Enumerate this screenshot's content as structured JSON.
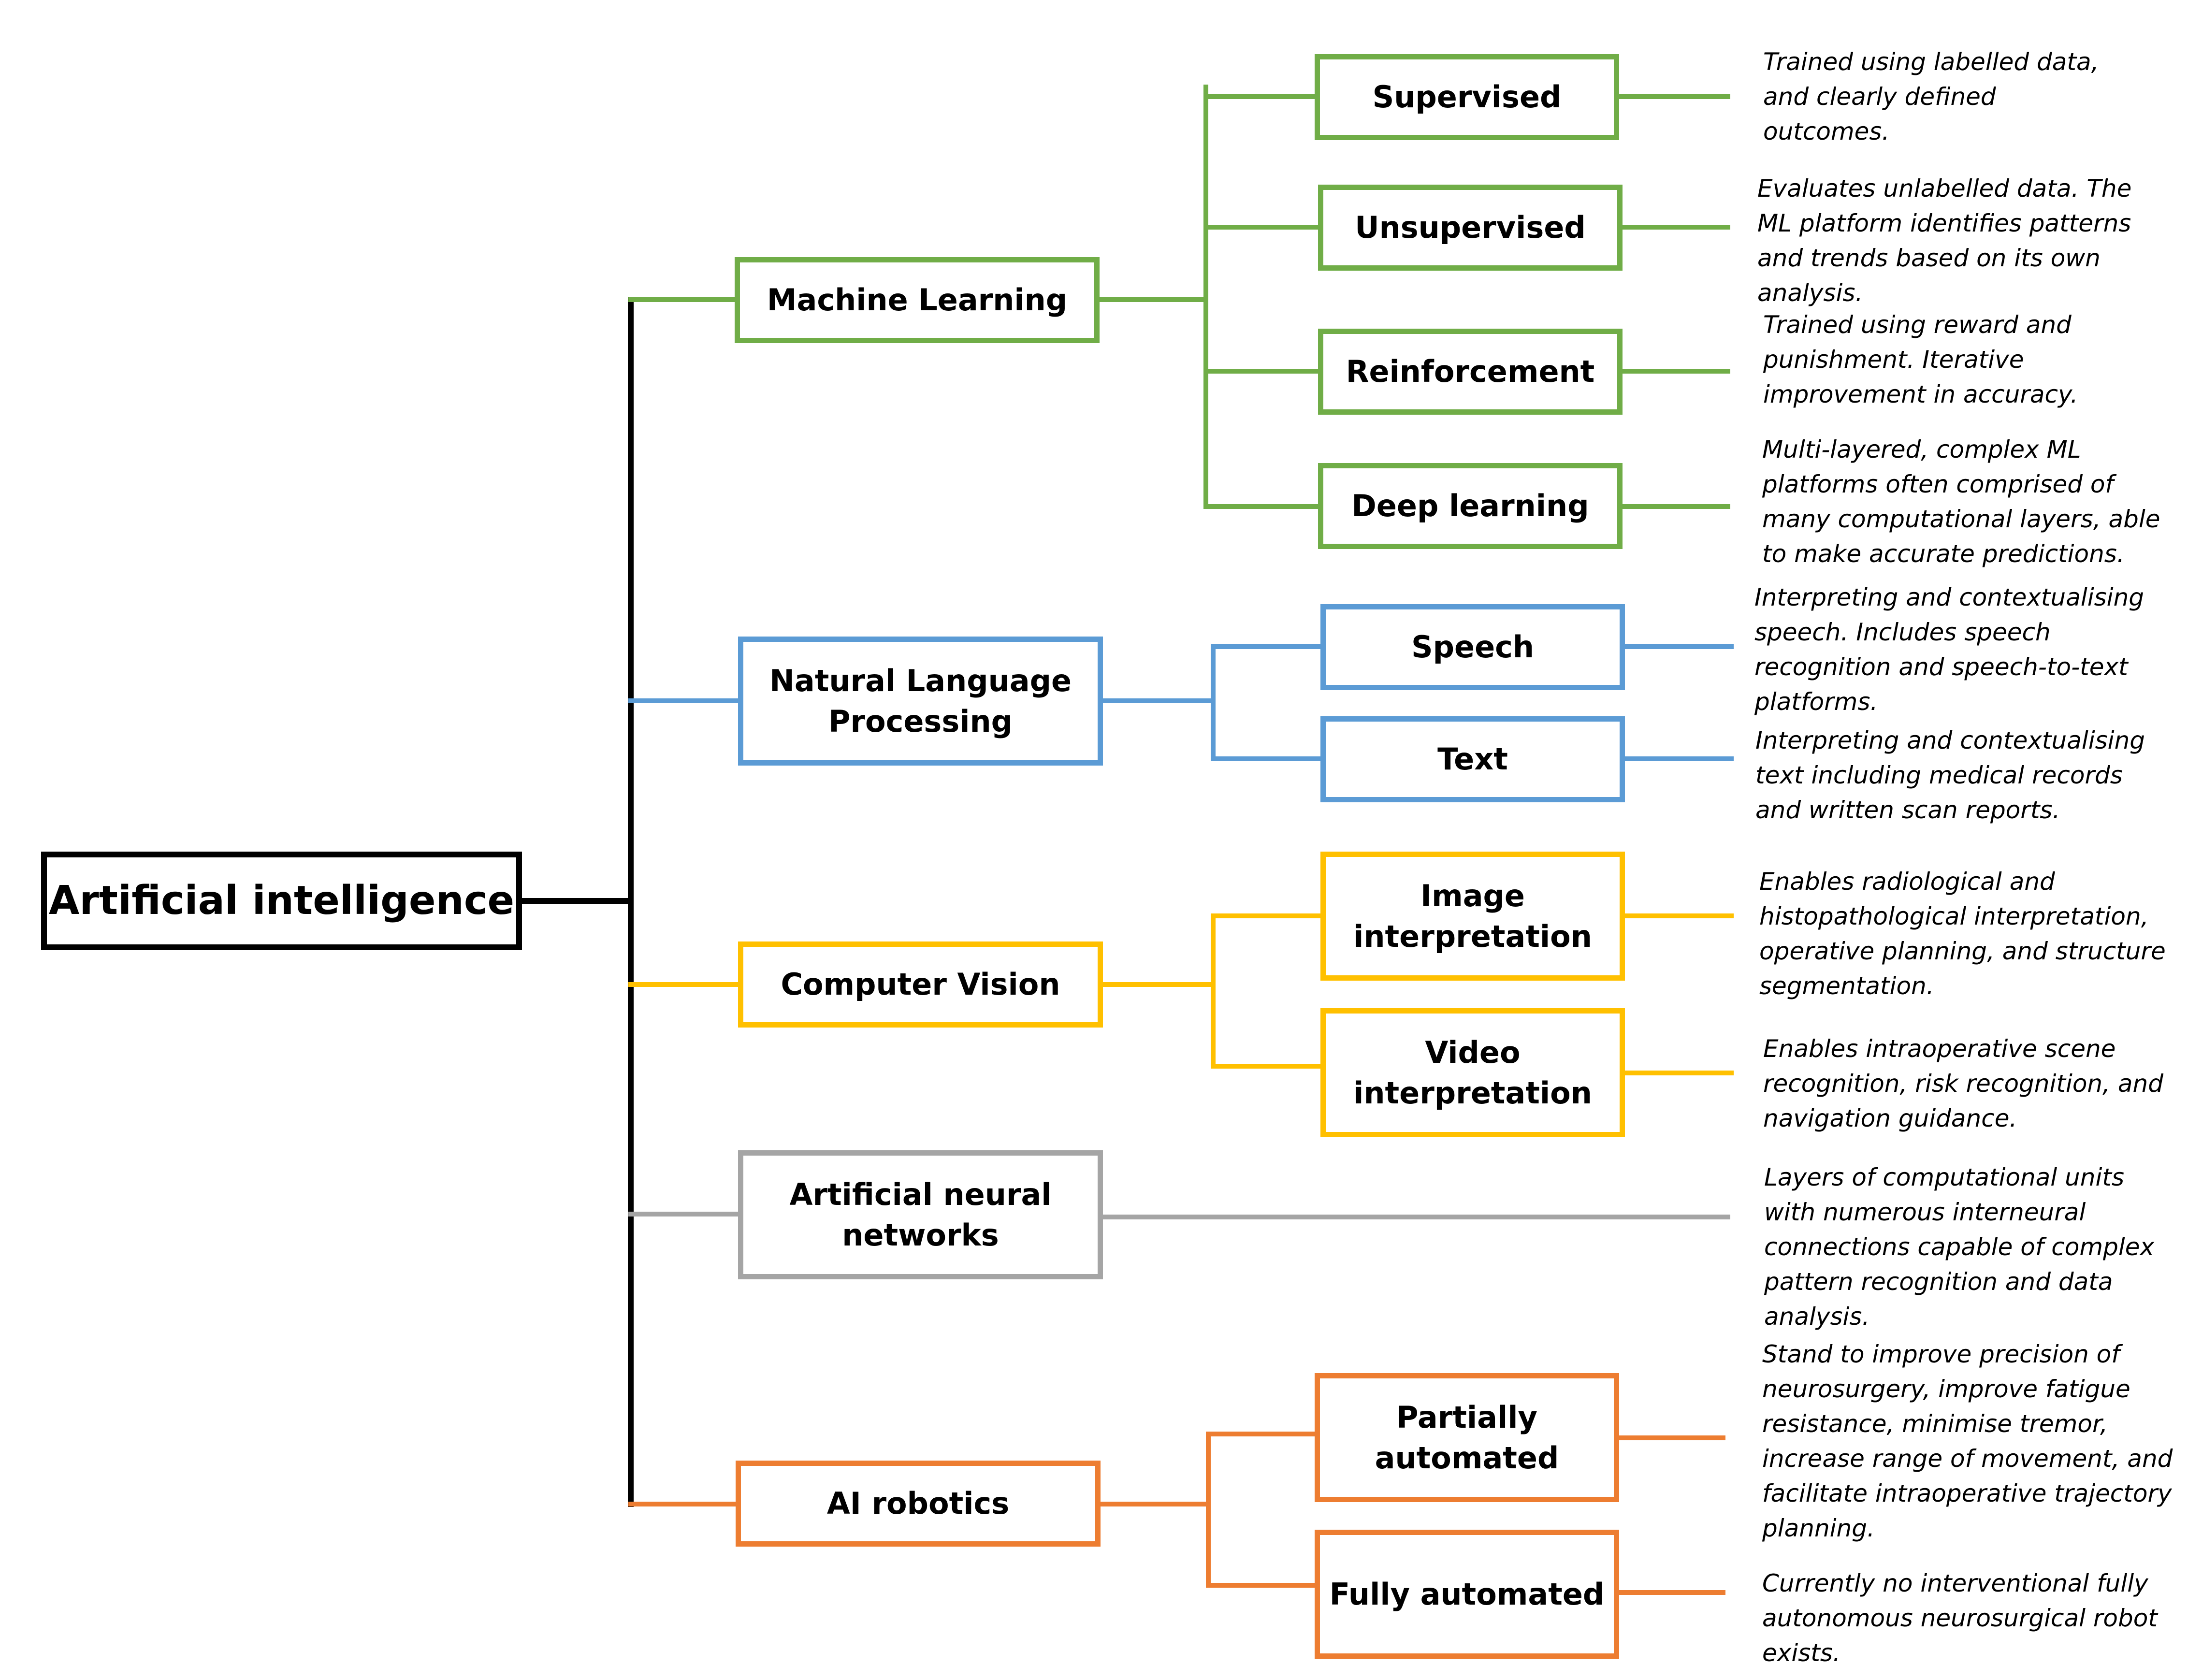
{
  "colors": {
    "root": "#000000",
    "ml": "#70AD47",
    "nlp": "#5B9BD5",
    "cv": "#FFC000",
    "ann": "#A5A5A5",
    "robotics": "#ED7D31"
  },
  "root": {
    "label": "Artificial intelligence"
  },
  "branches": {
    "ml": {
      "label": "Machine Learning",
      "children": [
        {
          "label": "Supervised",
          "description": "Trained using labelled data, and clearly defined outcomes."
        },
        {
          "label": "Unsupervised",
          "description": "Evaluates unlabelled data. The ML platform identifies patterns and trends based on its own analysis."
        },
        {
          "label": "Reinforcement",
          "description": "Trained using reward and punishment. Iterative improvement in accuracy."
        },
        {
          "label": "Deep learning",
          "description": "Multi-layered, complex ML platforms often comprised of many computational layers, able to make accurate predictions."
        }
      ]
    },
    "nlp": {
      "label": "Natural Language Processing",
      "children": [
        {
          "label": "Speech",
          "description": "Interpreting and contextualising speech. Includes speech recognition and speech-to-text platforms."
        },
        {
          "label": "Text",
          "description": "Interpreting and contextualising text including medical records and written scan reports."
        }
      ]
    },
    "cv": {
      "label": "Computer Vision",
      "children": [
        {
          "label": "Image interpretation",
          "description": "Enables radiological and histopathological interpretation, operative planning, and structure segmentation."
        },
        {
          "label": "Video interpretation",
          "description": "Enables intraoperative scene recognition, risk recognition, and navigation guidance."
        }
      ]
    },
    "ann": {
      "label": "Artificial neural networks",
      "description": "Layers of computational units with numerous interneural connections capable of complex pattern recognition and data analysis."
    },
    "robotics": {
      "label": "AI robotics",
      "children": [
        {
          "label": "Partially automated",
          "description": "Stand to improve precision of neurosurgery, improve fatigue resistance, minimise tremor, increase range of movement, and facilitate intraoperative trajectory planning."
        },
        {
          "label": "Fully automated",
          "description": "Currently no interventional fully autonomous neurosurgical robot exists."
        }
      ]
    }
  }
}
